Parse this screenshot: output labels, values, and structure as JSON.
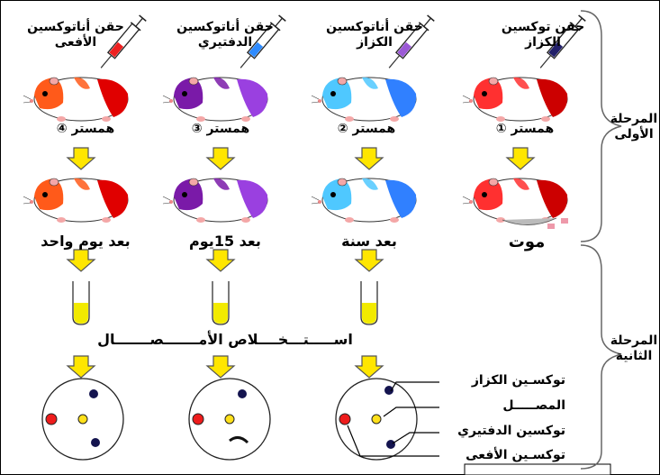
{
  "injections": [
    {
      "text": "حقن توكسين\nالكزاز",
      "color": "#22206a"
    },
    {
      "text": "حقن أناتوكسين\nالكزاز",
      "color": "#9b59d6"
    },
    {
      "text": "حقن أناتوكسين\nالدفتيري",
      "color": "#2e8bff"
    },
    {
      "text": "حقن أناتوكسين\nالأفعى",
      "color": "#ee2020"
    }
  ],
  "hamsters": [
    {
      "label": "همستر ①",
      "colors": [
        "#ff3030",
        "#cc0000"
      ]
    },
    {
      "label": "همستر ②",
      "colors": [
        "#4fc8ff",
        "#3080ff"
      ]
    },
    {
      "label": "همستر ③",
      "colors": [
        "#7a1aa8",
        "#9a40e0"
      ]
    },
    {
      "label": "همستر ④",
      "colors": [
        "#ff5a1a",
        "#e00000"
      ]
    }
  ],
  "outcomes": [
    "موت",
    "بعد سنة",
    "بعد 15يوم",
    "بعد يوم واحد"
  ],
  "phase1_label": "المرحلة\nالأولى",
  "phase2_label": "المرحلة\nالثانية",
  "extraction_label": "اســـــتـــخــــلاص الأمـــــــصـــــــال",
  "legend": {
    "tetanus_toxin": "توكسـين الكزاز",
    "serum": "المصـــــل",
    "diphtheria_toxin": "توكسين الدفتيري",
    "viper_toxin": "توكسـين الأفعى"
  },
  "dish_colors": {
    "serum": "#ffe01a",
    "navy": "#14144f",
    "red": "#ee1c1c"
  }
}
